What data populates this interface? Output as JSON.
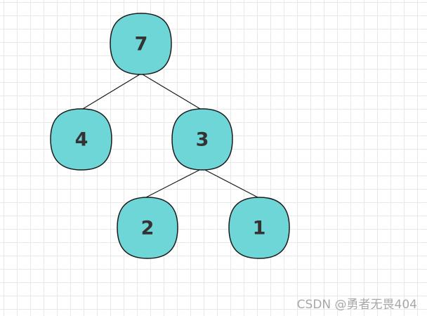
{
  "tree": {
    "node_color": "#6fd6d8",
    "nodes": [
      {
        "id": "n7",
        "label": "7"
      },
      {
        "id": "n4",
        "label": "4"
      },
      {
        "id": "n3",
        "label": "3"
      },
      {
        "id": "n2",
        "label": "2"
      },
      {
        "id": "n1",
        "label": "1"
      }
    ],
    "edges": [
      {
        "from": "n7",
        "to": "n4"
      },
      {
        "from": "n7",
        "to": "n3"
      },
      {
        "from": "n3",
        "to": "n2"
      },
      {
        "from": "n3",
        "to": "n1"
      }
    ]
  },
  "watermark": {
    "text": "CSDN @勇者无畏404"
  }
}
